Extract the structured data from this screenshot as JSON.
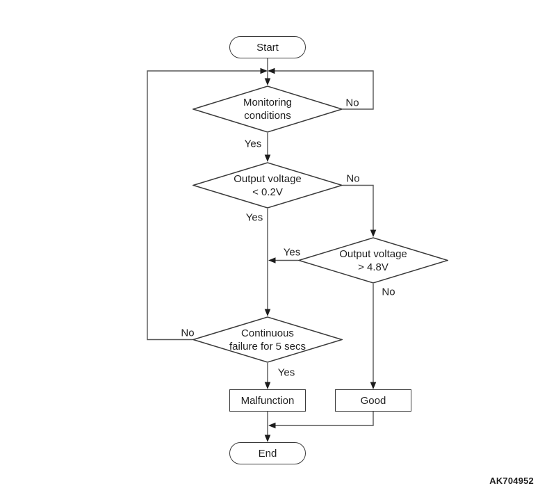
{
  "flowchart": {
    "title": "diagnostic-monitor-flowchart",
    "nodes": {
      "start": "Start",
      "monitoring": "Monitoring\nconditions",
      "output_low": "Output voltage\n< 0.2V",
      "output_high": "Output voltage\n> 4.8V",
      "continuous": "Continuous\nfailure for 5 secs",
      "malfunction": "Malfunction",
      "good": "Good",
      "end": "End"
    },
    "edge_labels": {
      "monitoring_no": "No",
      "monitoring_yes": "Yes",
      "output_low_no": "No",
      "output_low_yes": "Yes",
      "output_high_yes": "Yes",
      "output_high_no": "No",
      "continuous_no": "No",
      "continuous_yes": "Yes"
    },
    "watermark": "AK704952"
  },
  "colors": {
    "background": "#ffffff",
    "line": "#565656",
    "shape_border": "#3a3a3a",
    "arrow": "#1c1c1c",
    "text": "#1f1f1f"
  }
}
